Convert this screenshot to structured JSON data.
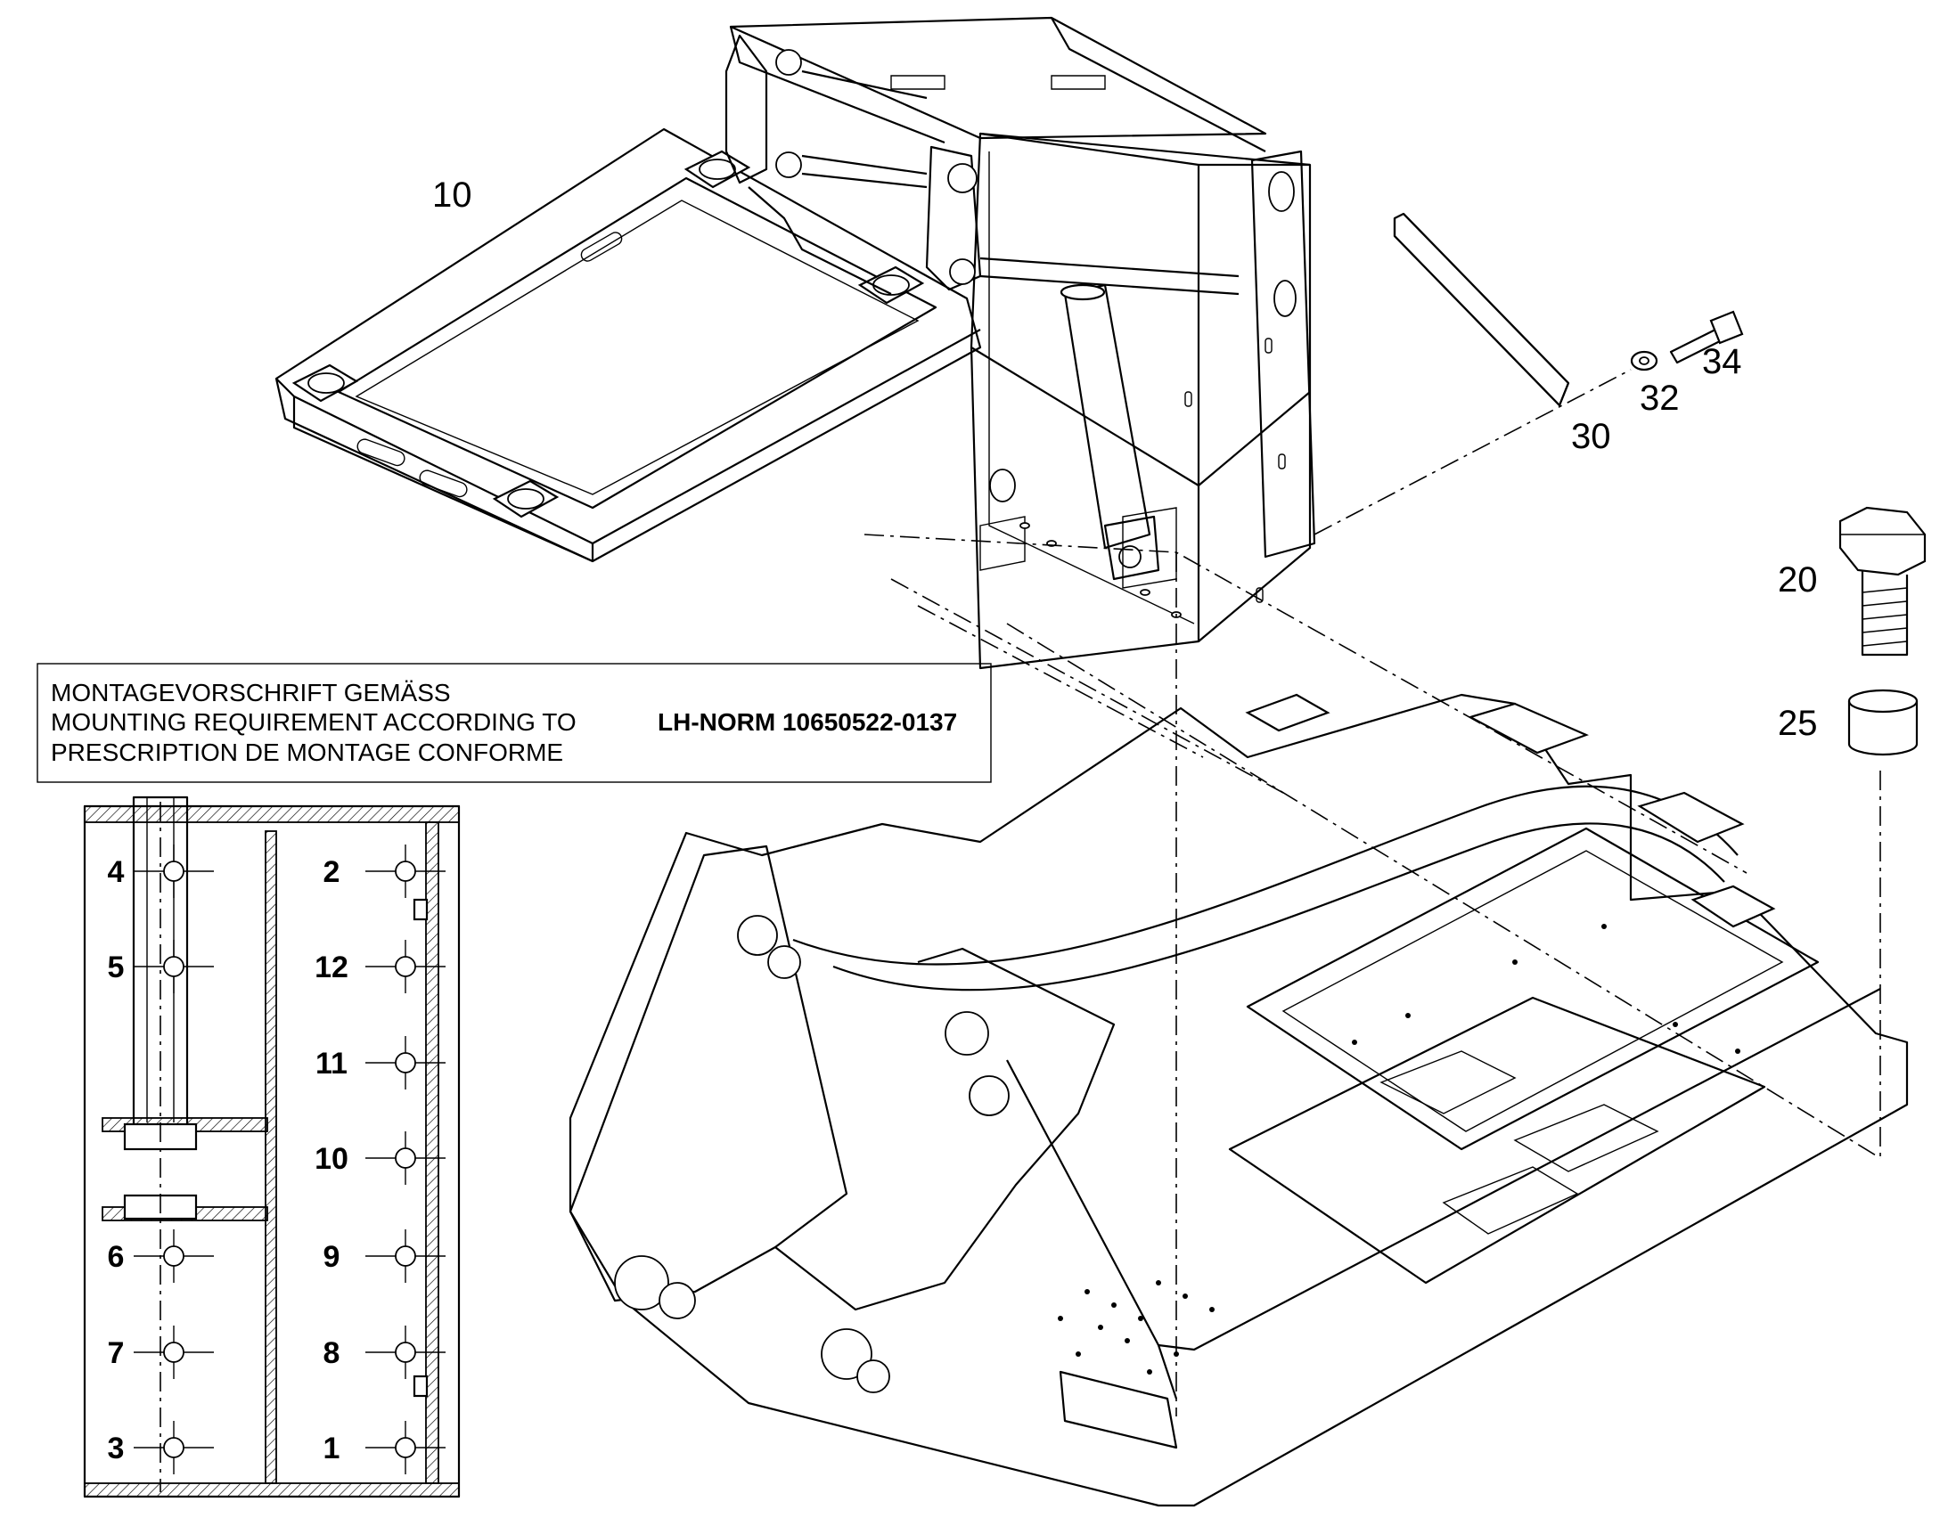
{
  "callouts": {
    "frame": "10",
    "cover_plate": "30",
    "washer": "32",
    "screw": "34",
    "bolt": "20",
    "sleeve": "25"
  },
  "note": {
    "line_de": "MONTAGEVORSCHRIFT GEMÄSS",
    "line_en": "MOUNTING REQUIREMENT ACCORDING TO",
    "line_fr": "PRESCRIPTION DE MONTAGE CONFORME",
    "standard": "LH-NORM 10650522-0137"
  },
  "tightening_sequence": {
    "left_column": [
      "4",
      "5",
      "6",
      "7",
      "3"
    ],
    "right_column": [
      "2",
      "12",
      "11",
      "10",
      "9",
      "8",
      "1"
    ]
  }
}
